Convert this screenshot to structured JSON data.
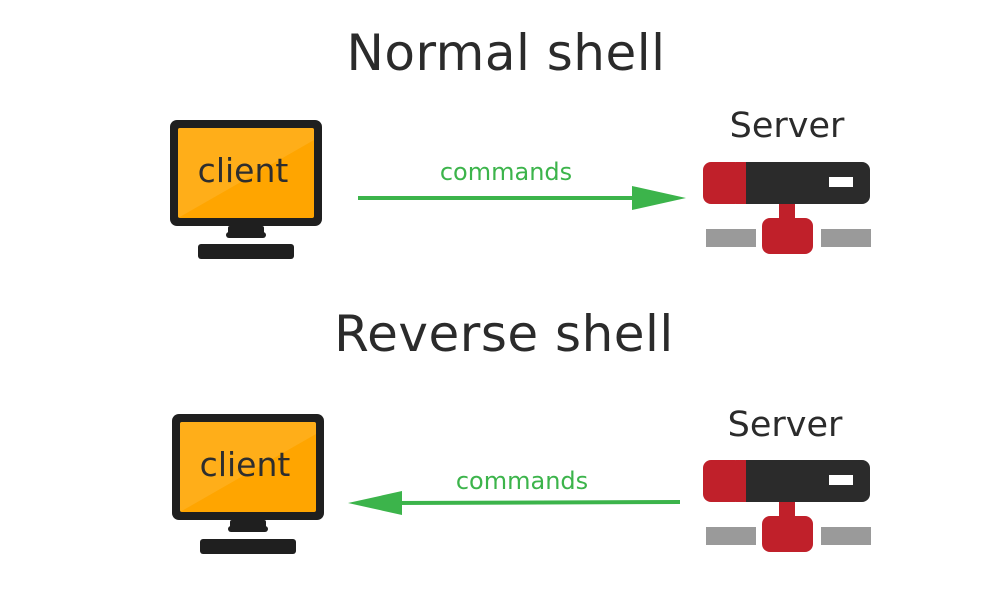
{
  "normal_section": {
    "title": "Normal shell",
    "client_label": "client",
    "server_label": "Server",
    "arrow_label": "commands",
    "arrow_direction": "client-to-server"
  },
  "reverse_section": {
    "title": "Reverse shell",
    "client_label": "client",
    "server_label": "Server",
    "arrow_label": "commands",
    "arrow_direction": "server-to-client"
  },
  "colors": {
    "monitor_frame": "#1f1f1f",
    "screen_orange": "#ffa500",
    "screen_highlight": "#ffb62e",
    "arrow_green": "#3cb44b",
    "server_red": "#c0202a",
    "server_dark": "#2b2b2b",
    "network_gray": "#9a9a9a",
    "text_dark": "#2b2b2b"
  },
  "icons": {
    "client": "computer-monitor-icon",
    "server": "server-rack-icon"
  }
}
